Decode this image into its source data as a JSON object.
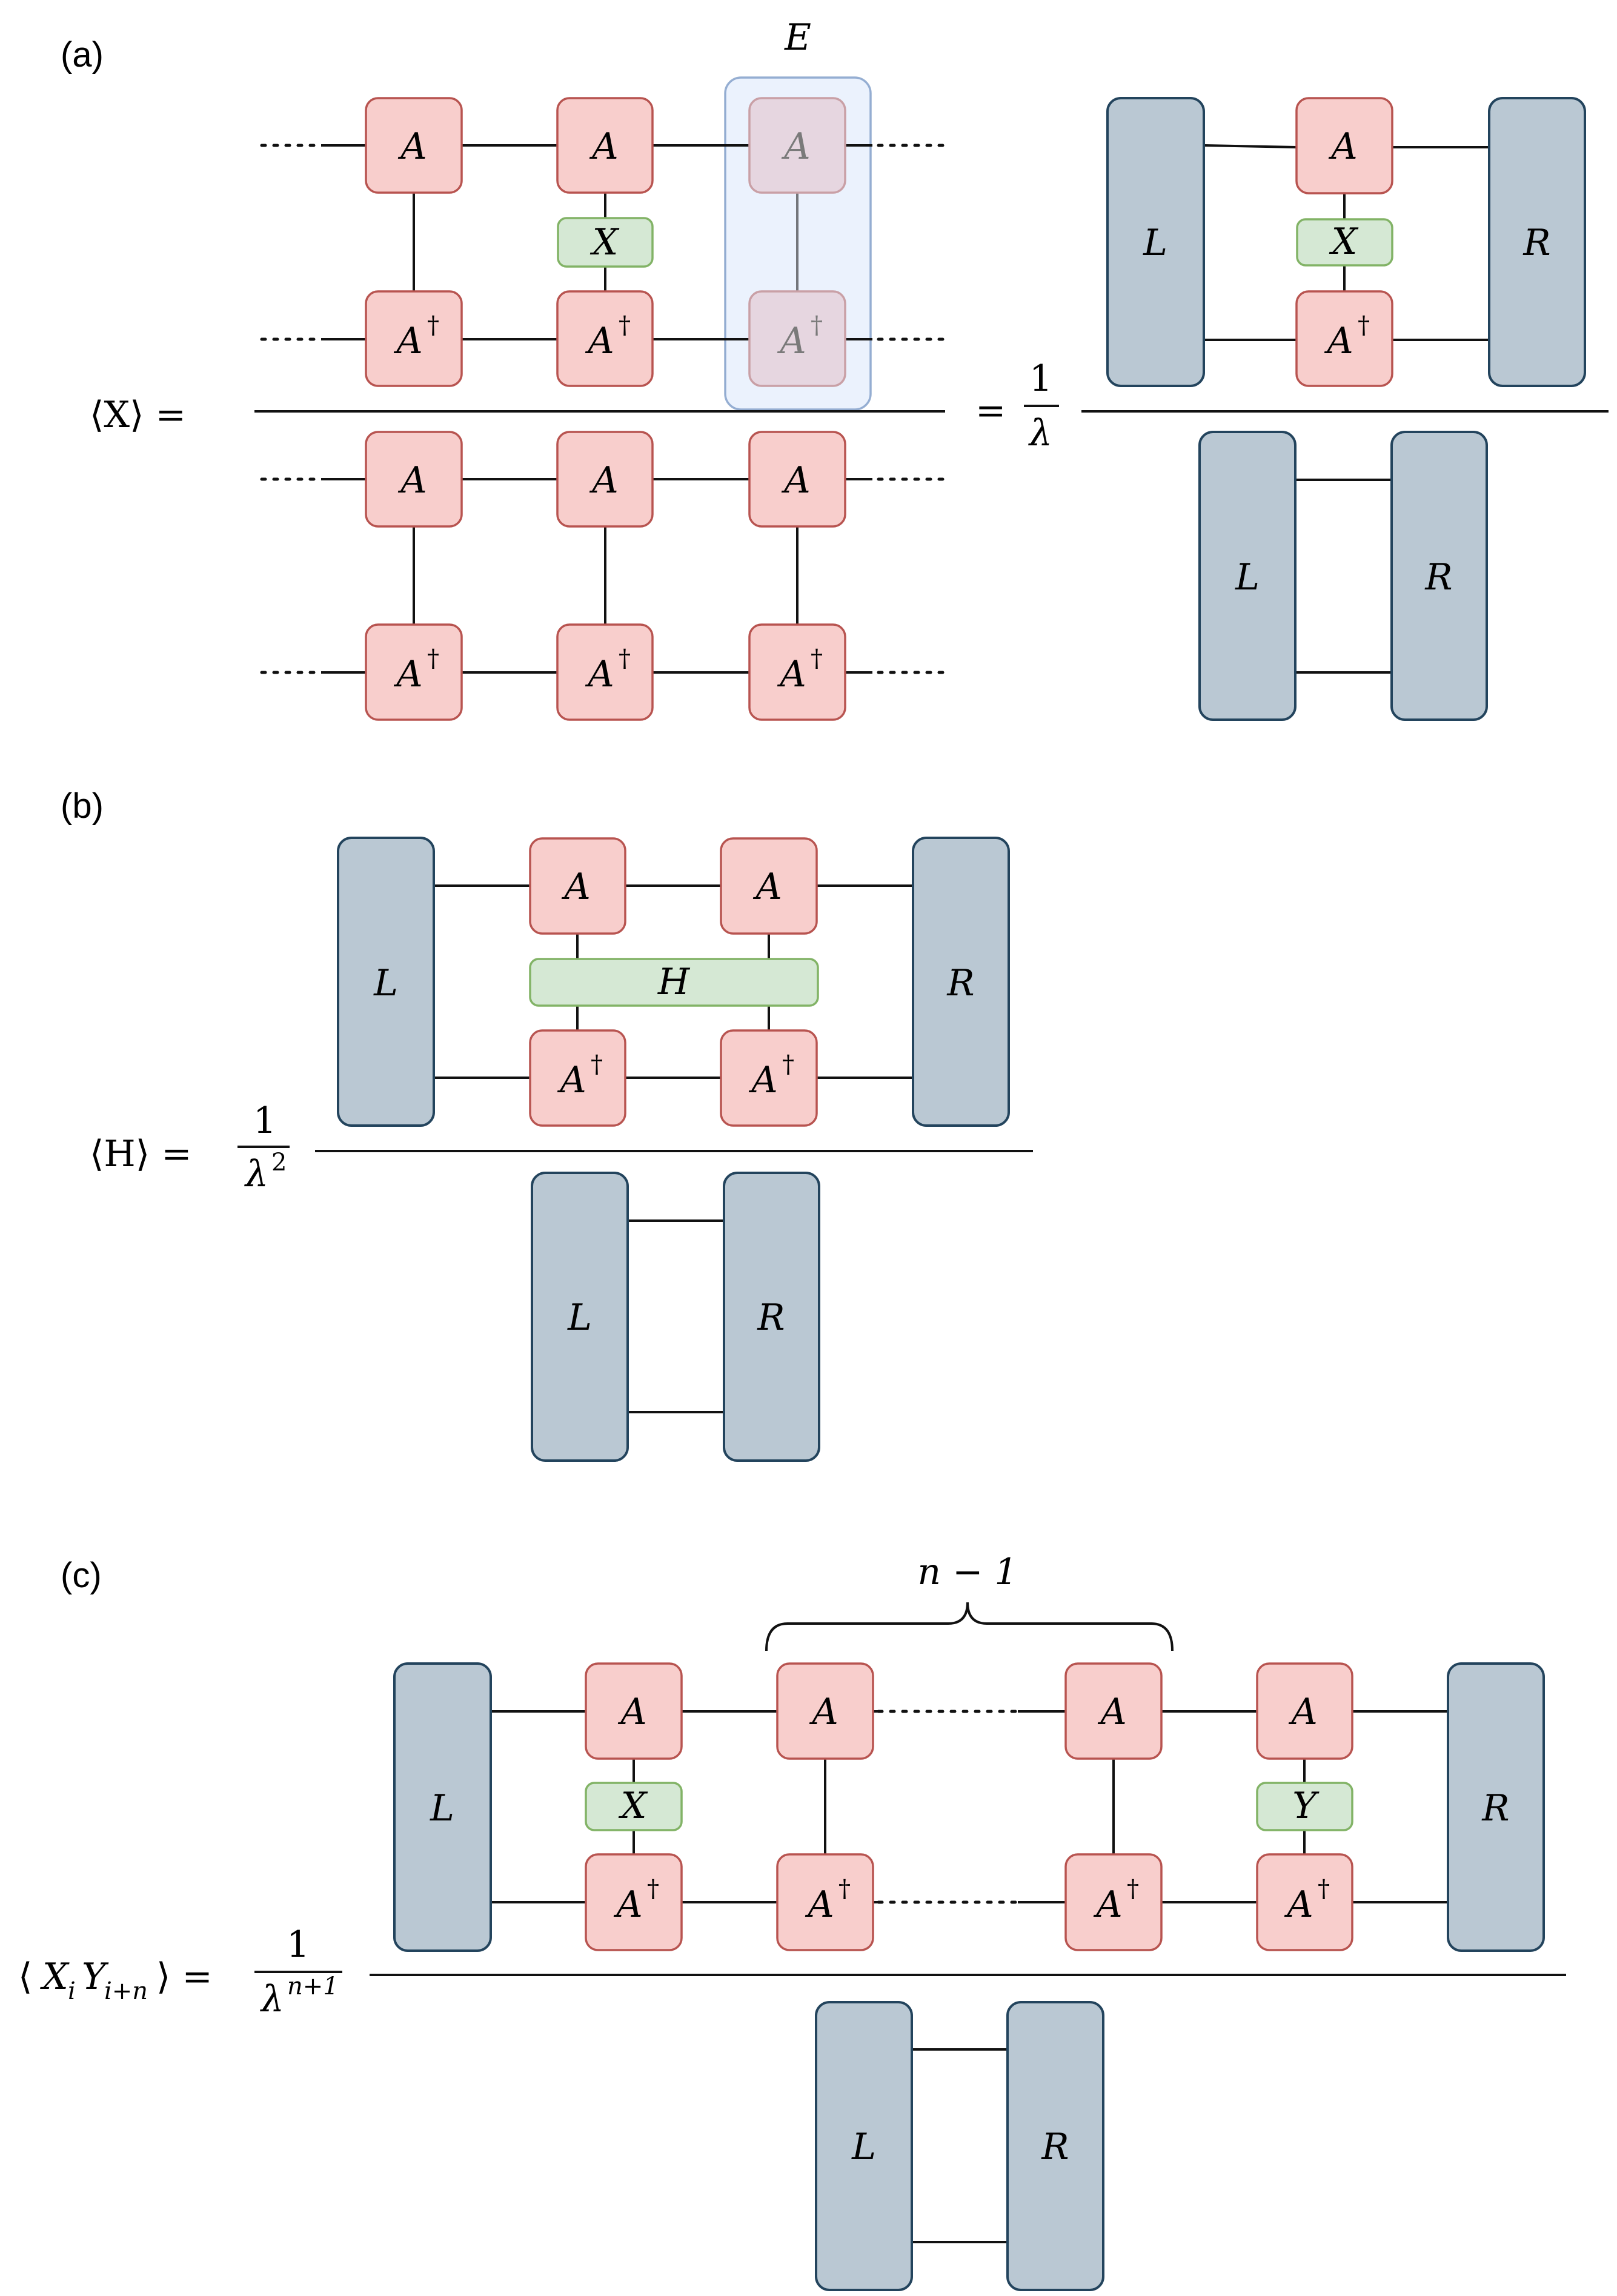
{
  "panels": {
    "a": {
      "label": "(a)",
      "lhs": "⟨X⟩ =",
      "equals": "=",
      "prefactor_num": "1",
      "prefactor_den": "λ",
      "env_label": "E",
      "tensor": "A",
      "tensor_dag": "A",
      "dagger": "†",
      "operator": "X",
      "left_env": "L",
      "right_env": "R"
    },
    "b": {
      "label": "(b)",
      "lhs": "⟨H⟩ =",
      "prefactor_num": "1",
      "prefactor_den": "λ",
      "prefactor_exp": "2",
      "tensor": "A",
      "tensor_dag": "A",
      "dagger": "†",
      "operator": "H",
      "left_env": "L",
      "right_env": "R"
    },
    "c": {
      "label": "(c)",
      "lhs_open": "⟨",
      "lhs_x": "X",
      "lhs_x_sub": "i",
      "lhs_y": "Y",
      "lhs_y_sub": "i+n",
      "lhs_close": "⟩ =",
      "prefactor_num": "1",
      "prefactor_den": "λ",
      "prefactor_exp": "n+1",
      "brace_label": "n − 1",
      "tensor": "A",
      "tensor_dag": "A",
      "dagger": "†",
      "operator_x": "X",
      "operator_y": "Y",
      "left_env": "L",
      "right_env": "R"
    }
  },
  "colors": {
    "tensor_fill": "#f8cecc",
    "tensor_stroke": "#b85450",
    "operator_fill": "#d5e8d4",
    "operator_stroke": "#82b366",
    "environment_fill": "#bac8d3",
    "environment_stroke": "#23445d",
    "highlight_fill": "#dae8fc",
    "highlight_stroke": "#6c8ebf"
  }
}
